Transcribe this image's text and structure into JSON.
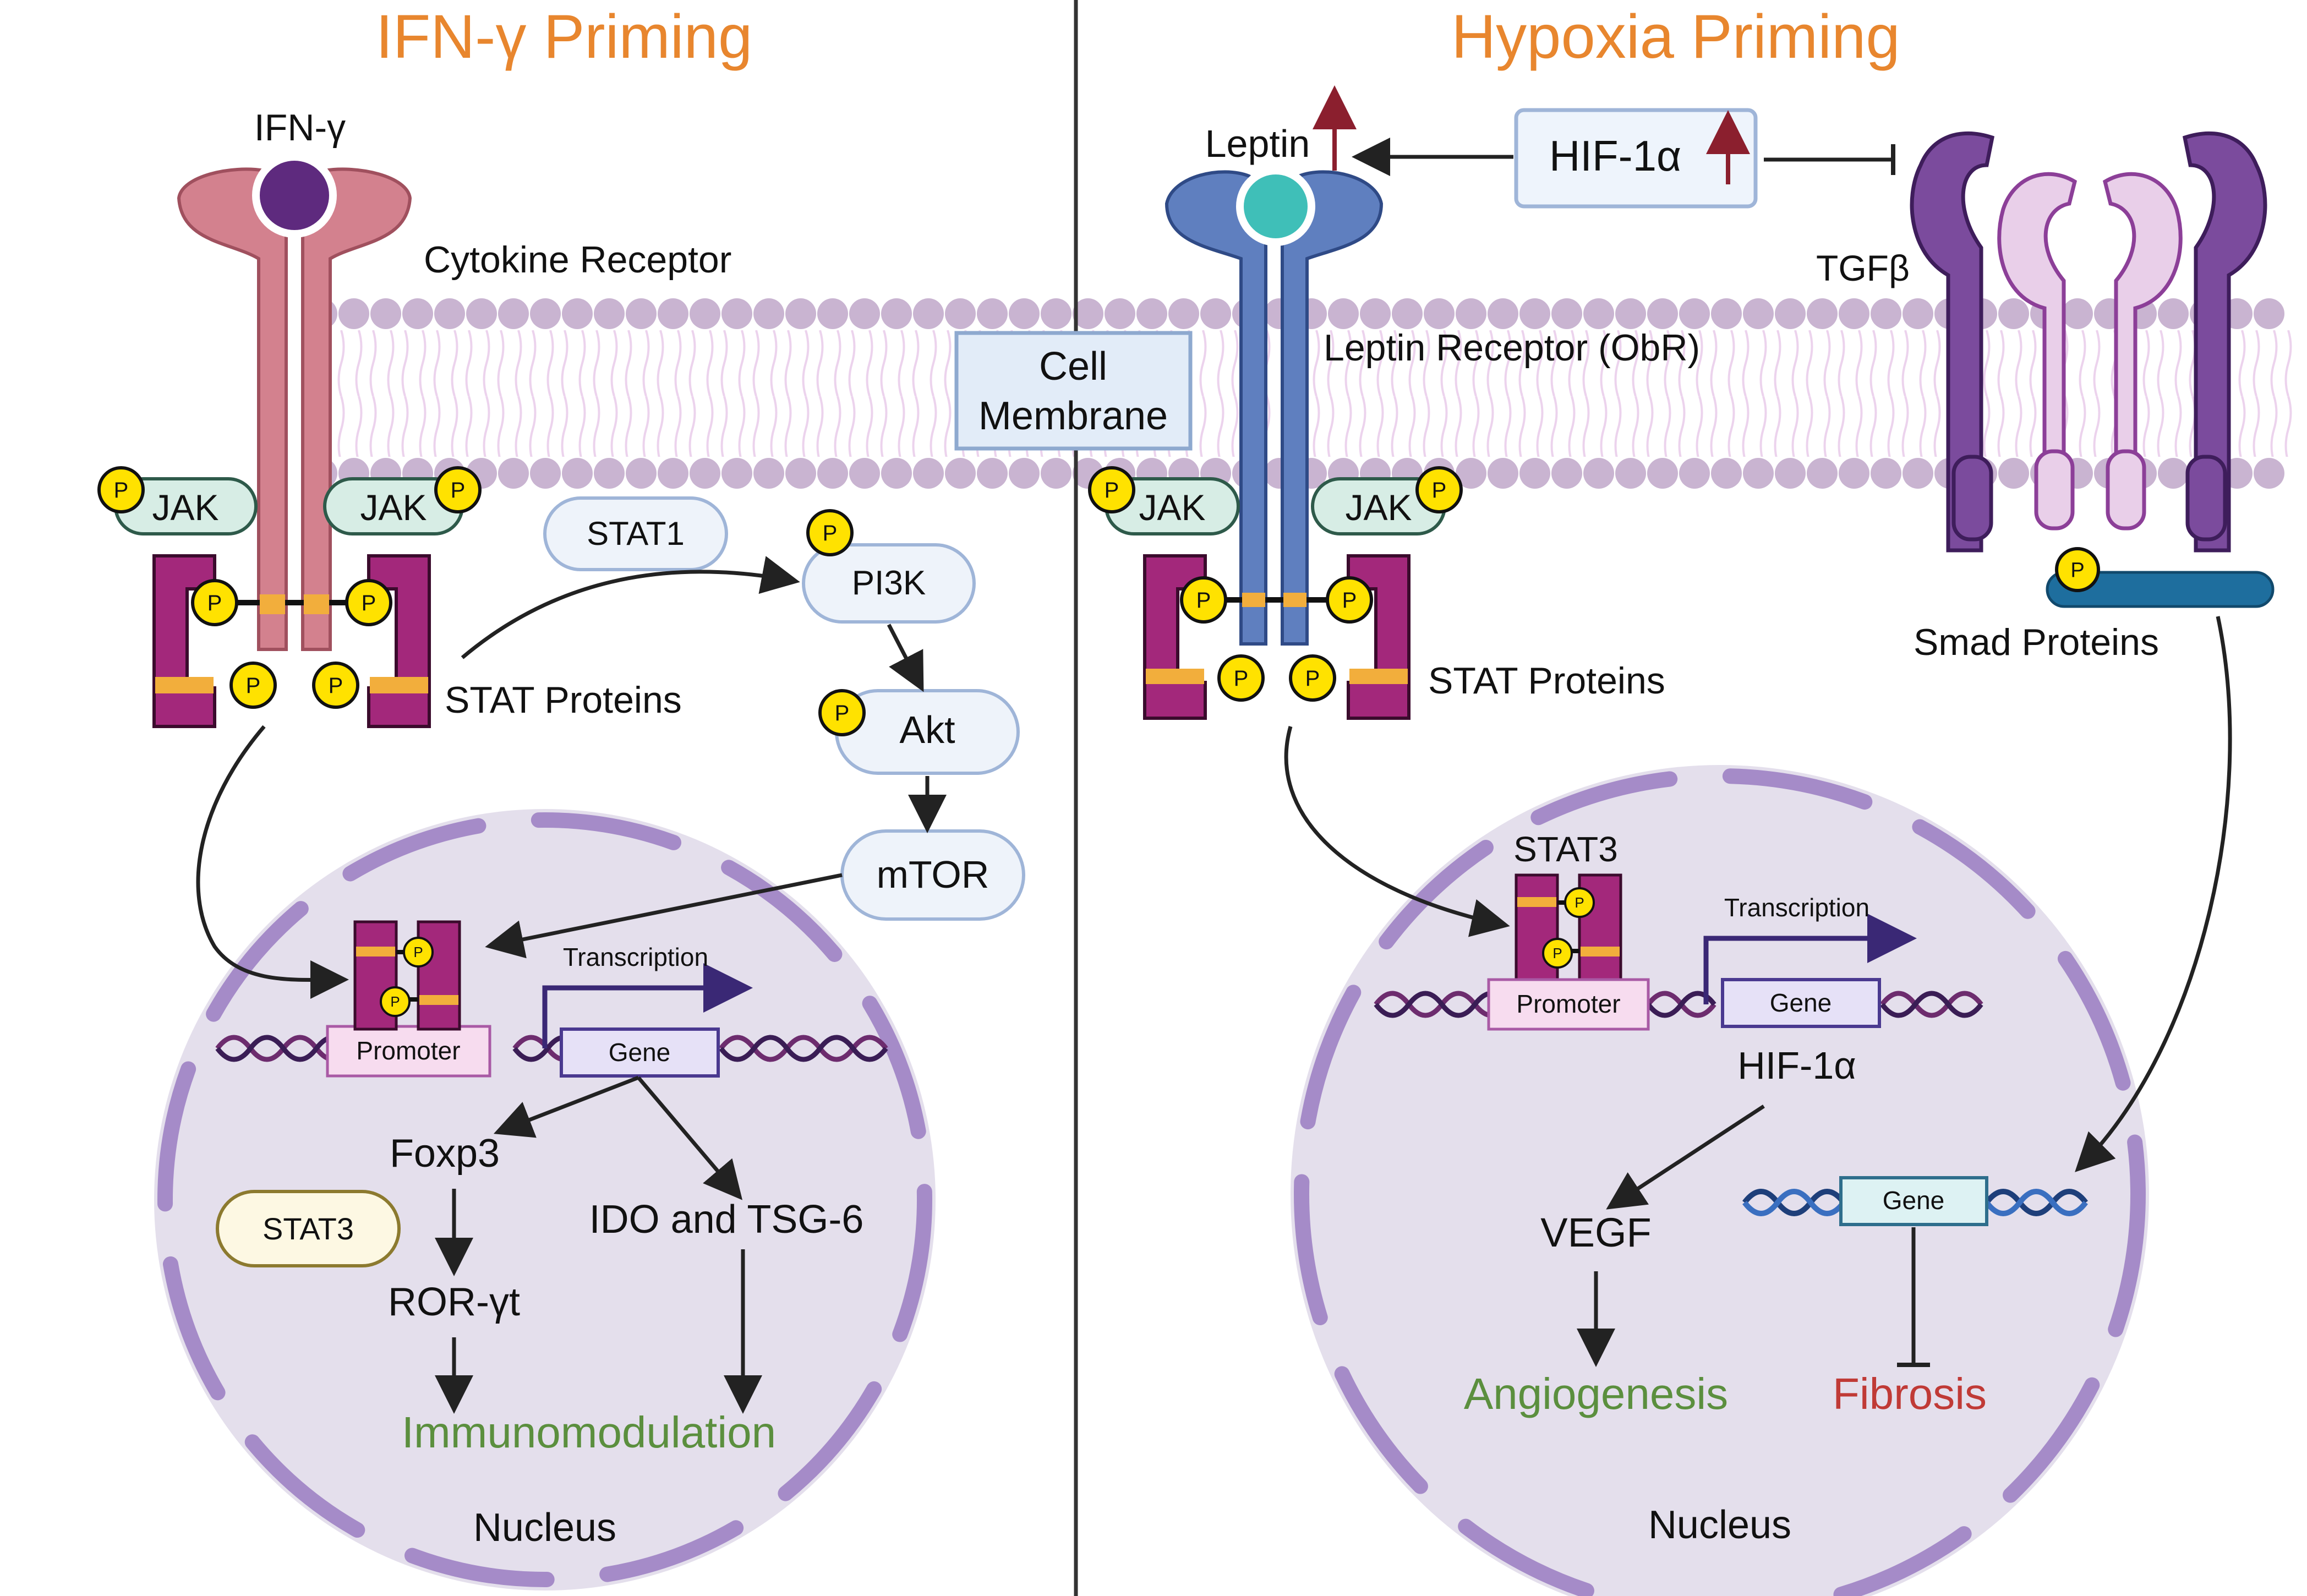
{
  "colors": {
    "title": "#E8862E",
    "green_outcome": "#5B8F3E",
    "red_outcome": "#C03A36",
    "stat_purple": "#A3287B",
    "stat_band": "#F2AE3C",
    "phospho_yellow": "#FFE200",
    "nucleus_fill": "#E4DFEC",
    "nucleus_edge": "#A58BC8",
    "membrane_head": "#C9B4D1",
    "ifn_receptor": "#D3818E",
    "leptin_receptor": "#5F7FBF",
    "tgf_receptor": "#7B4B9D",
    "smad_blue": "#1E6E9E"
  },
  "left": {
    "title": "IFN-γ Priming",
    "ligand_label": "IFN-γ",
    "receptor_label": "Cytokine Receptor",
    "jak_left": "JAK",
    "jak_right": "JAK",
    "stat_proteins_label": "STAT Proteins",
    "stat1_label": "STAT1",
    "pi3k_label": "PI3K",
    "akt_label": "Akt",
    "mtor_label": "mTOR",
    "transcription_label": "Transcription",
    "promoter_label": "Promoter",
    "gene_label": "Gene",
    "foxp3_label": "Foxp3",
    "ror_label": "ROR-γt",
    "ido_label": "IDO and TSG-6",
    "stat3_label": "STAT3",
    "outcome": "Immunomodulation",
    "nucleus_label": "Nucleus"
  },
  "center": {
    "membrane_line1": "Cell",
    "membrane_line2": "Membrane"
  },
  "right": {
    "title": "Hypoxia Priming",
    "leptin_label": "Leptin",
    "hif_box_label": "HIF-1α",
    "tgf_label": "TGFβ",
    "receptor_label": "Leptin Receptor (ObR)",
    "jak_left": "JAK",
    "jak_right": "JAK",
    "stat_proteins_label": "STAT Proteins",
    "smad_label": "Smad Proteins",
    "stat3_label": "STAT3",
    "transcription_label": "Transcription",
    "promoter_label": "Promoter",
    "gene_label": "Gene",
    "hif_gene_label": "HIF-1α",
    "vegf_label": "VEGF",
    "gene2_label": "Gene",
    "outcome_green": "Angiogenesis",
    "outcome_red": "Fibrosis",
    "nucleus_label": "Nucleus"
  },
  "phospho_label": "P"
}
